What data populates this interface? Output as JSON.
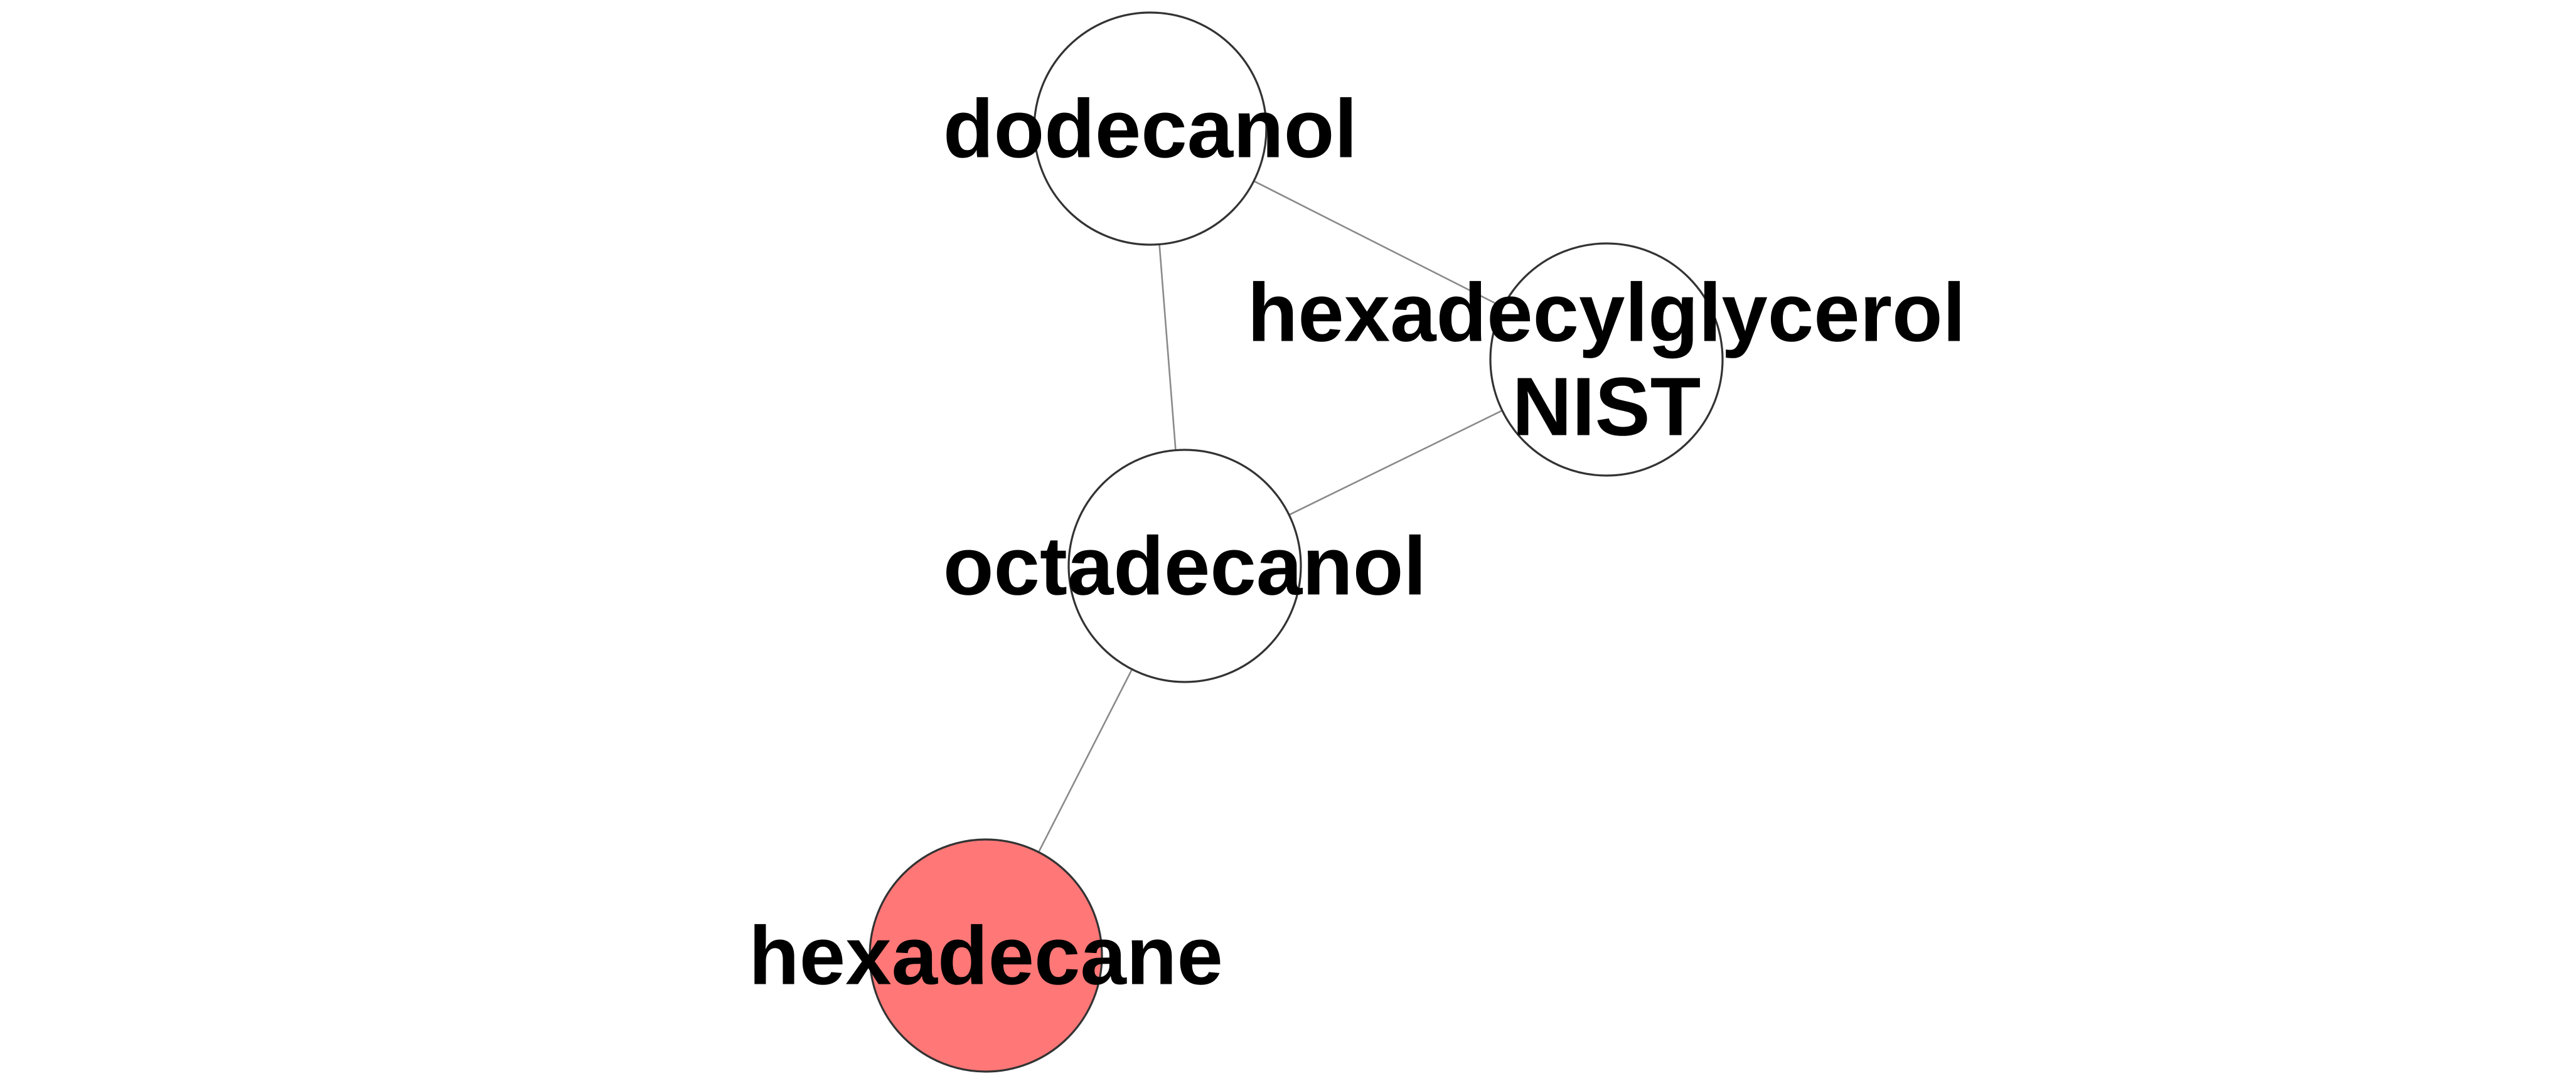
{
  "nodes": [
    {
      "id": "dodecanol",
      "label_lines": [
        "dodecanol"
      ],
      "fill": "#ffffff"
    },
    {
      "id": "hexadecylglycerol",
      "label_lines": [
        "hexadecylglycerol",
        "NIST"
      ],
      "fill": "#ffffff"
    },
    {
      "id": "octadecanol",
      "label_lines": [
        "octadecanol"
      ],
      "fill": "#ffffff"
    },
    {
      "id": "hexadecane",
      "label_lines": [
        "hexadecane"
      ],
      "fill": "#ff7777"
    }
  ],
  "edges": [
    {
      "source": "dodecanol",
      "target": "hexadecylglycerol"
    },
    {
      "source": "dodecanol",
      "target": "octadecanol"
    },
    {
      "source": "hexadecylglycerol",
      "target": "octadecanol"
    },
    {
      "source": "octadecanol",
      "target": "hexadecane"
    }
  ]
}
